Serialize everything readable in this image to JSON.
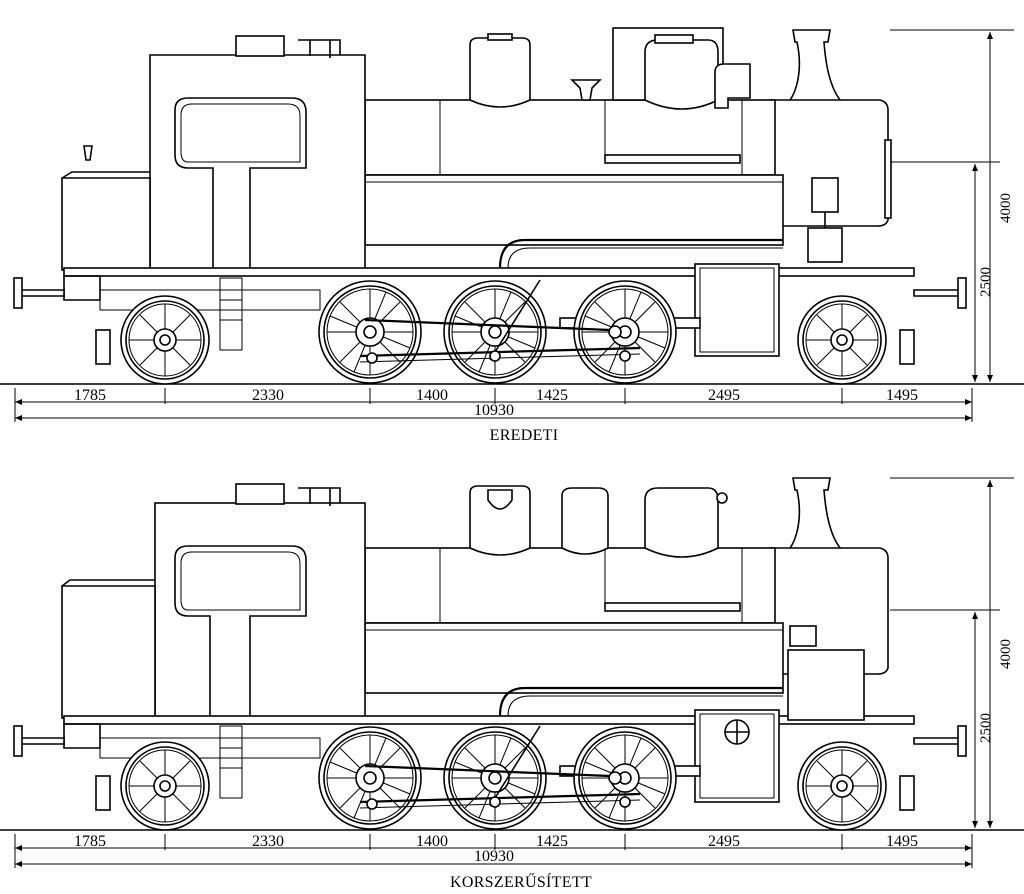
{
  "drawings": [
    {
      "id": "original",
      "caption": "EREDETI",
      "dims": [
        "1785",
        "2330",
        "1400",
        "1425",
        "2495",
        "1495"
      ],
      "total": "10930",
      "height_total": "4000",
      "height_boiler": "2500"
    },
    {
      "id": "modernized",
      "caption": "KORSZERŰSÍTETT",
      "dims": [
        "1785",
        "2330",
        "1400",
        "1425",
        "2495",
        "1495"
      ],
      "total": "10930",
      "height_total": "4000",
      "height_boiler": "2500"
    }
  ]
}
